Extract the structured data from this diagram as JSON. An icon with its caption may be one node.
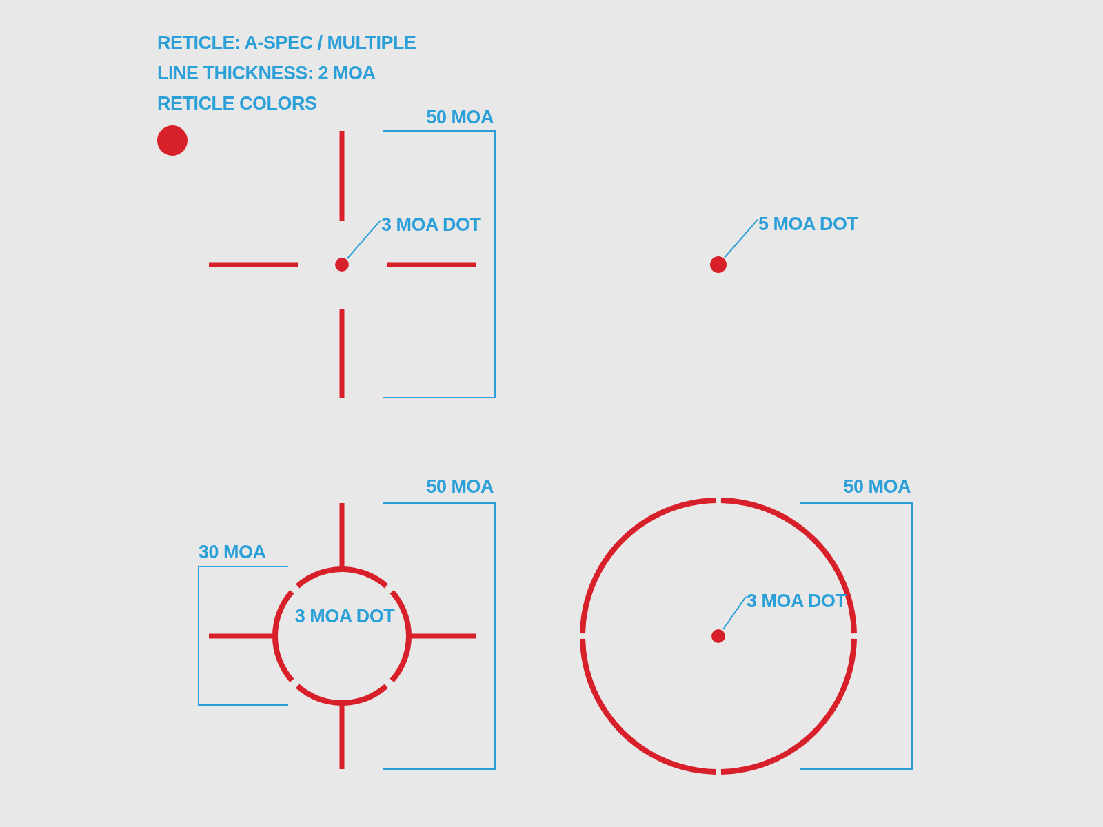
{
  "diagram": {
    "nodes": [
      {
        "text": [
          "3 MOA DOT"
        ]
      },
      {
        "text": [],
        "shape": "circle"
      },
      {
        "text": [
          "5 MOA DOT"
        ]
      },
      {
        "text": [],
        "shape": "circle"
      },
      {
        "text": [
          "3 MOA DOT"
        ]
      },
      {
        "text": [],
        "shape": "circle"
      }
    ],
    "edges": [
      {
        "from": 0,
        "to": 1,
        "arrow": "none"
      },
      {
        "from": 2,
        "to": 3,
        "arrow": "none"
      },
      {
        "from": 4,
        "to": 5,
        "arrow": "none"
      }
    ],
    "labels": [
      "RETICLE: A-SPEC / MULTIPLE",
      "LINE THICKNESS: 2 MOA",
      "RETICLE COLORS",
      "50 MOA",
      "50 MOA",
      "30 MOA",
      "3 MOA DOT",
      "50 MOA"
    ]
  }
}
